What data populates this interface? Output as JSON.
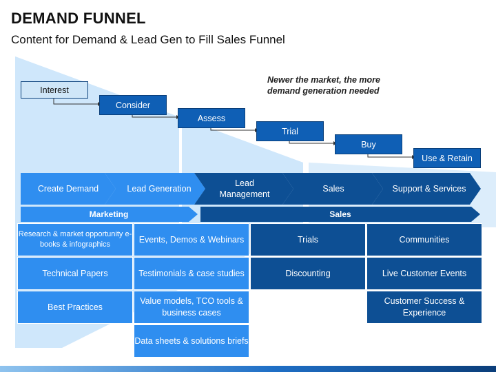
{
  "title": "DEMAND FUNNEL",
  "subtitle": "Content for Demand & Lead Gen to Fill Sales Funnel",
  "note": "Newer the market, the more demand generation  needed",
  "steps": [
    "Interest",
    "Consider",
    "Assess",
    "Trial",
    "Buy",
    "Use & Retain"
  ],
  "stages": [
    "Create Demand",
    "Lead Generation",
    "Lead Management",
    "Sales",
    "Support & Services"
  ],
  "bands": {
    "marketing": "Marketing",
    "sales": "Sales"
  },
  "columns": [
    [
      "Research & market opportunity e-books & infographics",
      "Technical Papers",
      "Best Practices"
    ],
    [
      "Events, Demos & Webinars",
      "Testimonials & case studies",
      "Value models, TCO tools & business cases",
      "Data sheets & solutions briefs"
    ],
    [
      "Trials",
      "Discounting"
    ],
    [
      "Communities",
      "Live Customer Events",
      "Customer Success & Experience"
    ]
  ],
  "colors": {
    "funnel": "#cfe7fb",
    "step": "#0f5fb5",
    "stage_light": "#2f8ef0",
    "stage_dark": "#0d4f94"
  }
}
